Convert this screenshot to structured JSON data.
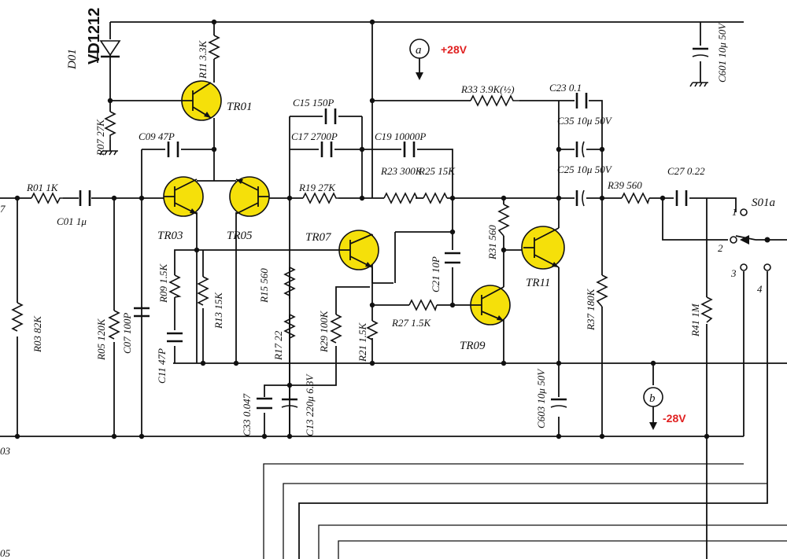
{
  "colors": {
    "transistor_fill": "#f5e00a",
    "rail_label": "#e02020",
    "ink": "#111111"
  },
  "diode": {
    "designator": "D01",
    "part": "VD1212"
  },
  "transistors": [
    {
      "id": "tr01",
      "label": "TR01"
    },
    {
      "id": "tr03",
      "label": "TR03"
    },
    {
      "id": "tr05",
      "label": "TR05"
    },
    {
      "id": "tr07",
      "label": "TR07"
    },
    {
      "id": "tr09",
      "label": "TR09"
    },
    {
      "id": "tr11",
      "label": "TR11"
    }
  ],
  "resistors": {
    "r01": "R01 1K",
    "r03": "R03 82K",
    "r05": "R05 120K",
    "r07": "R07 27K",
    "r09": "R09 1.5K",
    "r11": "R11 3.3K",
    "r13": "R13 15K",
    "r15": "R15 560",
    "r17": "R17 22",
    "r19": "R19 27K",
    "r21": "R21 1.5K",
    "r23": "R23 300K",
    "r25": "R25 15K",
    "r27": "R27 1.5K",
    "r29": "R29 100K",
    "r31": "R31 560",
    "r33": "R33 3.9K(½)",
    "r37": "R37 180K",
    "r39": "R39 560",
    "r41": "R41 1M"
  },
  "capacitors": {
    "c01": "C01 1μ",
    "c07": "C07 100P",
    "c09": "C09 47P",
    "c11": "C11 47P",
    "c13": "C13 220μ 6.3V",
    "c15": "C15 150P",
    "c17": "C17 2700P",
    "c19": "C19 10000P",
    "c21": "C21 10P",
    "c23": "C23 0.1",
    "c25": "C25 10μ 50V",
    "c27": "C27 0.22",
    "c33": "C33 0.047",
    "c35": "C35 10μ 50V",
    "c601": "C601 10μ 50V",
    "c603": "C603 10μ 50V"
  },
  "switch": {
    "label": "S01a",
    "positions": [
      "1",
      "2",
      "3",
      "4"
    ]
  },
  "test_points": [
    {
      "id": "a",
      "letter": "a",
      "rail": "+28V"
    },
    {
      "id": "b",
      "letter": "b",
      "rail": "-28V"
    }
  ],
  "edge_labels": {
    "left_top": "7",
    "left_mid": "03",
    "left_bottom": "05"
  }
}
